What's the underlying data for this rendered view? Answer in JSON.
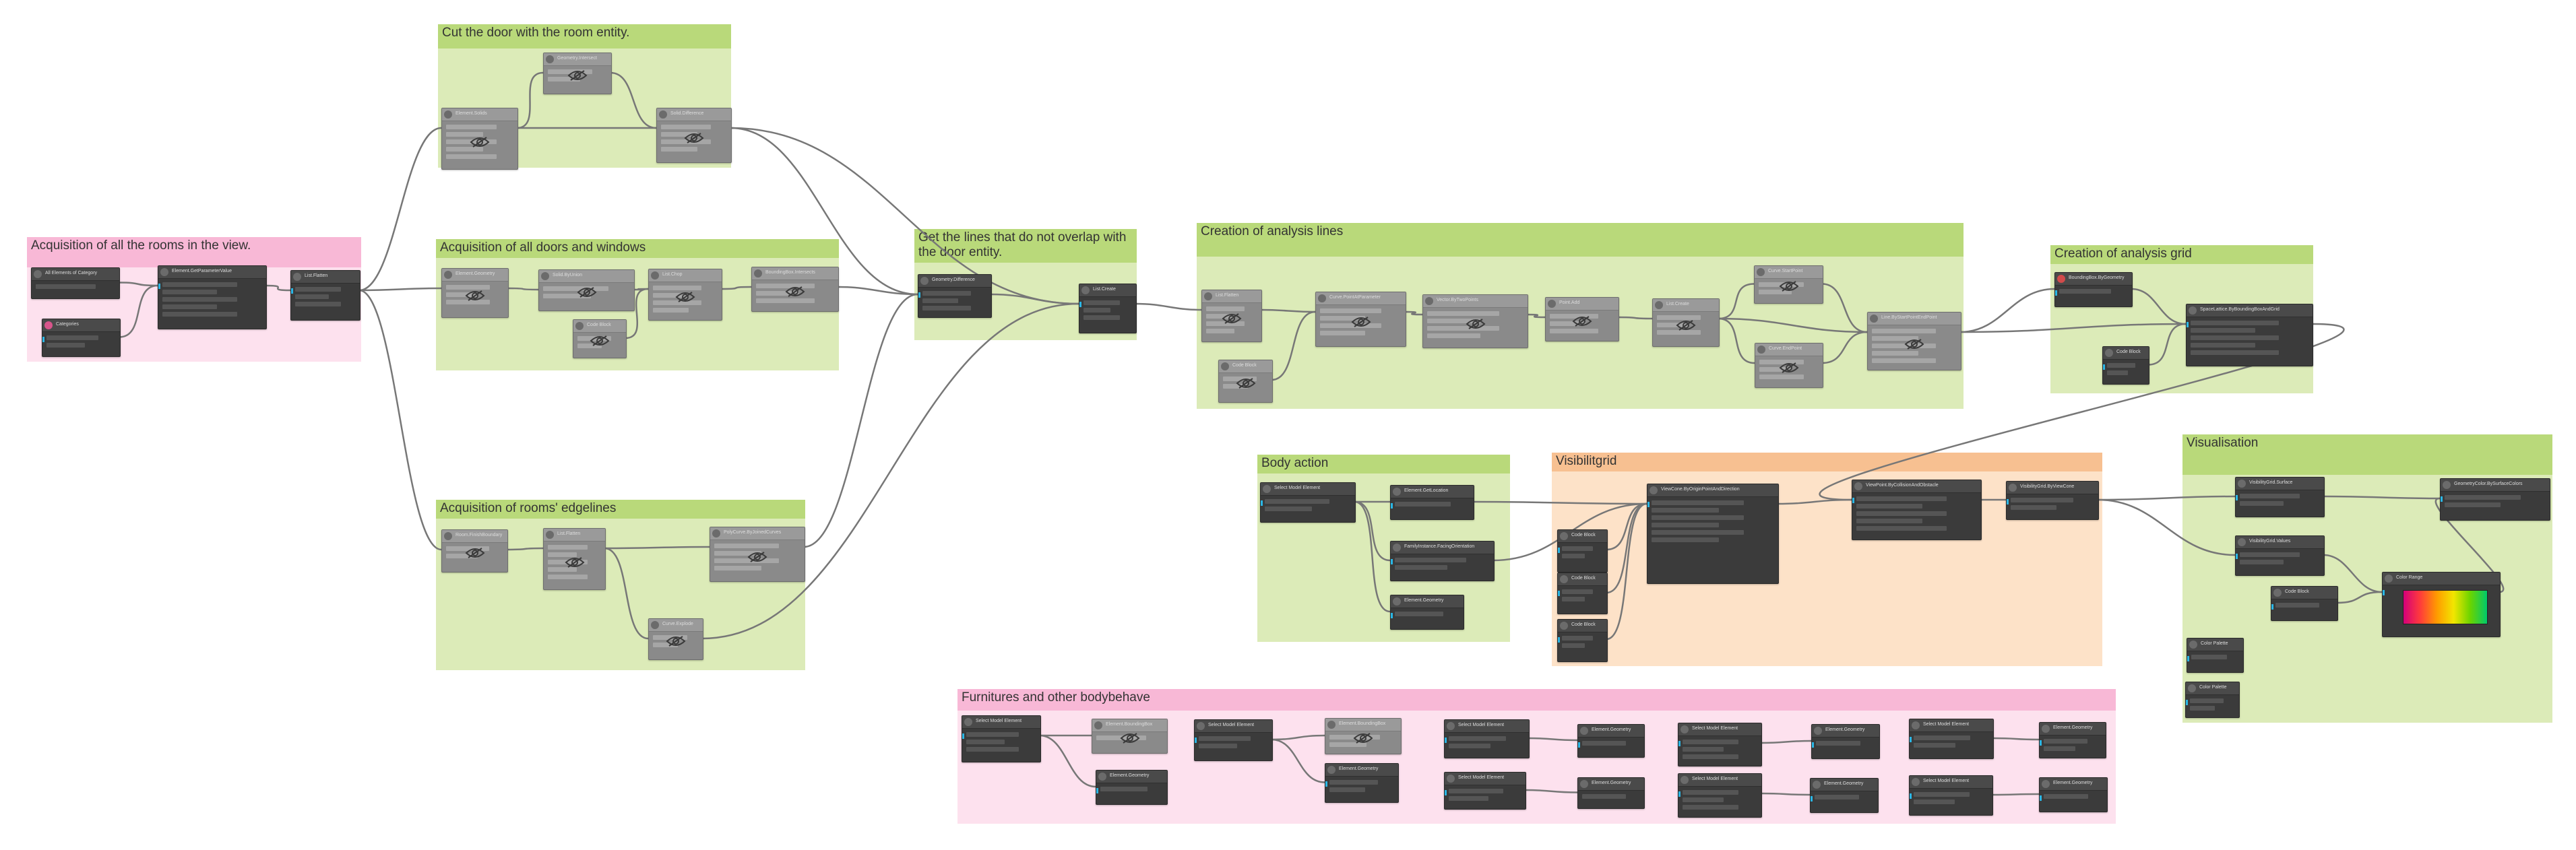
{
  "colors": {
    "green_group": "#dcebb8",
    "green_header": "#b9d97a",
    "pink_group": "#fde1ee",
    "pink_header": "#f8b8d6",
    "orange_group": "#fde2c8",
    "orange_header": "#f7c091",
    "wire": "#777777",
    "node_body": "#3b3b3b",
    "frozen_node": "#8a8a8a"
  },
  "groups": [
    {
      "id": "g_rooms",
      "title": "Acquisition of all the rooms in the view.",
      "color": "pink"
    },
    {
      "id": "g_cut",
      "title": "Cut the door with the room entity.",
      "color": "green"
    },
    {
      "id": "g_doors",
      "title": "Acquisition of all doors and windows",
      "color": "green"
    },
    {
      "id": "g_edges",
      "title": "Acquisition of rooms' edgelines",
      "color": "green"
    },
    {
      "id": "g_lines",
      "title": "Get the lines that do not overlap with the door entity.",
      "color": "green"
    },
    {
      "id": "g_analysis_lines",
      "title": "Creation of analysis lines",
      "color": "green"
    },
    {
      "id": "g_grid",
      "title": "Creation of analysis grid",
      "color": "green"
    },
    {
      "id": "g_body",
      "title": "Body action",
      "color": "green"
    },
    {
      "id": "g_visgrid",
      "title": "Visibilitgrid",
      "color": "orange"
    },
    {
      "id": "g_visual",
      "title": "Visualisation",
      "color": "green"
    },
    {
      "id": "g_furn",
      "title": "Furnitures and other bodybehave",
      "color": "pink"
    }
  ],
  "nodes": [
    {
      "id": "n1",
      "title": "All Elements of Category",
      "frozen": false,
      "icon": "node-icon"
    },
    {
      "id": "n2",
      "title": "Categories",
      "frozen": false,
      "icon": "category-icon"
    },
    {
      "id": "n3",
      "title": "Element.GetParameterValue",
      "frozen": false,
      "icon": "node-icon"
    },
    {
      "id": "n4",
      "title": "List.Flatten",
      "frozen": false,
      "icon": "node-icon"
    },
    {
      "id": "n5",
      "title": "Element.Solids",
      "frozen": true,
      "icon": "eye-off-icon"
    },
    {
      "id": "n6",
      "title": "Geometry.Intersect",
      "frozen": true,
      "icon": "eye-off-icon"
    },
    {
      "id": "n7",
      "title": "Solid.Difference",
      "frozen": true,
      "icon": "eye-off-icon"
    },
    {
      "id": "n8",
      "title": "Element.Geometry",
      "frozen": true,
      "icon": "eye-off-icon"
    },
    {
      "id": "n9",
      "title": "Solid.ByUnion",
      "frozen": true,
      "icon": "eye-off-icon"
    },
    {
      "id": "n10",
      "title": "List.Chop",
      "frozen": true,
      "icon": "eye-off-icon"
    },
    {
      "id": "n11",
      "title": "Code Block",
      "frozen": true,
      "icon": "eye-off-icon"
    },
    {
      "id": "n12",
      "title": "BoundingBox.Intersects",
      "frozen": true,
      "icon": "eye-off-icon"
    },
    {
      "id": "n13",
      "title": "Room.FinishBoundary",
      "frozen": true,
      "icon": "eye-off-icon"
    },
    {
      "id": "n14",
      "title": "List.Flatten",
      "frozen": true,
      "icon": "eye-off-icon"
    },
    {
      "id": "n15",
      "title": "PolyCurve.ByJoinedCurves",
      "frozen": true,
      "icon": "eye-off-icon"
    },
    {
      "id": "n16",
      "title": "Curve.Explode",
      "frozen": true,
      "icon": "eye-off-icon"
    },
    {
      "id": "n17",
      "title": "Geometry.Difference",
      "frozen": false,
      "icon": "node-icon"
    },
    {
      "id": "n18",
      "title": "List.Create",
      "frozen": false,
      "icon": "node-icon"
    },
    {
      "id": "n19",
      "title": "List.Flatten",
      "frozen": true,
      "icon": "eye-off-icon"
    },
    {
      "id": "n20",
      "title": "Code Block",
      "frozen": true,
      "icon": "eye-off-icon"
    },
    {
      "id": "n21",
      "title": "Curve.PointAtParameter",
      "frozen": true,
      "icon": "eye-off-icon"
    },
    {
      "id": "n22",
      "title": "Vector.ByTwoPoints",
      "frozen": true,
      "icon": "eye-off-icon"
    },
    {
      "id": "n23",
      "title": "Point.Add",
      "frozen": true,
      "icon": "eye-off-icon"
    },
    {
      "id": "n24",
      "title": "List.Create",
      "frozen": true,
      "icon": "eye-off-icon"
    },
    {
      "id": "n25",
      "title": "Curve.StartPoint",
      "frozen": true,
      "icon": "eye-off-icon"
    },
    {
      "id": "n26",
      "title": "Curve.EndPoint",
      "frozen": true,
      "icon": "eye-off-icon"
    },
    {
      "id": "n27",
      "title": "Line.ByStartPointEndPoint",
      "frozen": true,
      "icon": "eye-off-icon"
    },
    {
      "id": "n28",
      "title": "BoundingBox.ByGeometry",
      "frozen": false,
      "icon": "bbox-icon"
    },
    {
      "id": "n29",
      "title": "Code Block",
      "frozen": false,
      "icon": "node-icon"
    },
    {
      "id": "n30",
      "title": "SpaceLattice.ByBoundingBoxAndGrid",
      "frozen": false,
      "icon": "node-icon"
    },
    {
      "id": "n31",
      "title": "Select Model Element",
      "frozen": false,
      "icon": "node-icon"
    },
    {
      "id": "n32",
      "title": "Element.GetLocation",
      "frozen": false,
      "icon": "node-icon"
    },
    {
      "id": "n33",
      "title": "FamilyInstance.FacingOrientation",
      "frozen": false,
      "icon": "node-icon"
    },
    {
      "id": "n34",
      "title": "Element.Geometry",
      "frozen": false,
      "icon": "node-icon"
    },
    {
      "id": "n35",
      "title": "Code Block",
      "frozen": false,
      "icon": "node-icon"
    },
    {
      "id": "n36",
      "title": "Code Block",
      "frozen": false,
      "icon": "node-icon"
    },
    {
      "id": "n37",
      "title": "Code Block",
      "frozen": false,
      "icon": "node-icon"
    },
    {
      "id": "n38",
      "title": "ViewCone.ByOriginPointAndDirection",
      "frozen": false,
      "icon": "node-icon"
    },
    {
      "id": "n39",
      "title": "ViewPoint.ByCollisionAndObstacle",
      "frozen": false,
      "icon": "node-icon"
    },
    {
      "id": "n40",
      "title": "VisibilityGrid.ByViewCone",
      "frozen": false,
      "icon": "node-icon"
    },
    {
      "id": "n41",
      "title": "VisibilityGrid.Surface",
      "frozen": false,
      "icon": "node-icon"
    },
    {
      "id": "n42",
      "title": "VisibilityGrid.Values",
      "frozen": false,
      "icon": "node-icon"
    },
    {
      "id": "n43",
      "title": "Code Block",
      "frozen": false,
      "icon": "node-icon"
    },
    {
      "id": "n44",
      "title": "Color Range",
      "frozen": false,
      "icon": "node-icon"
    },
    {
      "id": "n45",
      "title": "GeometryColor.BySurfaceColors",
      "frozen": false,
      "icon": "node-icon"
    },
    {
      "id": "n46",
      "title": "Color Palette",
      "frozen": false,
      "icon": "node-icon"
    },
    {
      "id": "n47",
      "title": "Color Palette",
      "frozen": false,
      "icon": "node-icon"
    },
    {
      "id": "n48",
      "title": "Select Model Element",
      "frozen": false,
      "icon": "node-icon"
    },
    {
      "id": "n49",
      "title": "Element.BoundingBox",
      "frozen": true,
      "icon": "eye-off-icon"
    },
    {
      "id": "n50",
      "title": "Element.Geometry",
      "frozen": false,
      "icon": "node-icon"
    },
    {
      "id": "n51",
      "title": "Select Model Element",
      "frozen": false,
      "icon": "node-icon"
    },
    {
      "id": "n52",
      "title": "Element.BoundingBox",
      "frozen": true,
      "icon": "eye-off-icon"
    },
    {
      "id": "n53",
      "title": "Element.Geometry",
      "frozen": false,
      "icon": "node-icon"
    },
    {
      "id": "n54",
      "title": "Select Model Element",
      "frozen": false,
      "icon": "node-icon"
    },
    {
      "id": "n55",
      "title": "Element.Geometry",
      "frozen": false,
      "icon": "node-icon"
    },
    {
      "id": "n56",
      "title": "Select Model Element",
      "frozen": false,
      "icon": "node-icon"
    },
    {
      "id": "n57",
      "title": "Element.Geometry",
      "frozen": false,
      "icon": "node-icon"
    },
    {
      "id": "n58",
      "title": "Select Model Element",
      "frozen": false,
      "icon": "node-icon"
    },
    {
      "id": "n59",
      "title": "Element.Geometry",
      "frozen": false,
      "icon": "node-icon"
    },
    {
      "id": "n60",
      "title": "Select Model Element",
      "frozen": false,
      "icon": "node-icon"
    },
    {
      "id": "n61",
      "title": "Element.Geometry",
      "frozen": false,
      "icon": "node-icon"
    },
    {
      "id": "n62",
      "title": "Select Model Element",
      "frozen": false,
      "icon": "node-icon"
    },
    {
      "id": "n63",
      "title": "Element.Geometry",
      "frozen": false,
      "icon": "node-icon"
    },
    {
      "id": "n64",
      "title": "Select Model Element",
      "frozen": false,
      "icon": "node-icon"
    },
    {
      "id": "n65",
      "title": "Element.Geometry",
      "frozen": false,
      "icon": "node-icon"
    }
  ]
}
